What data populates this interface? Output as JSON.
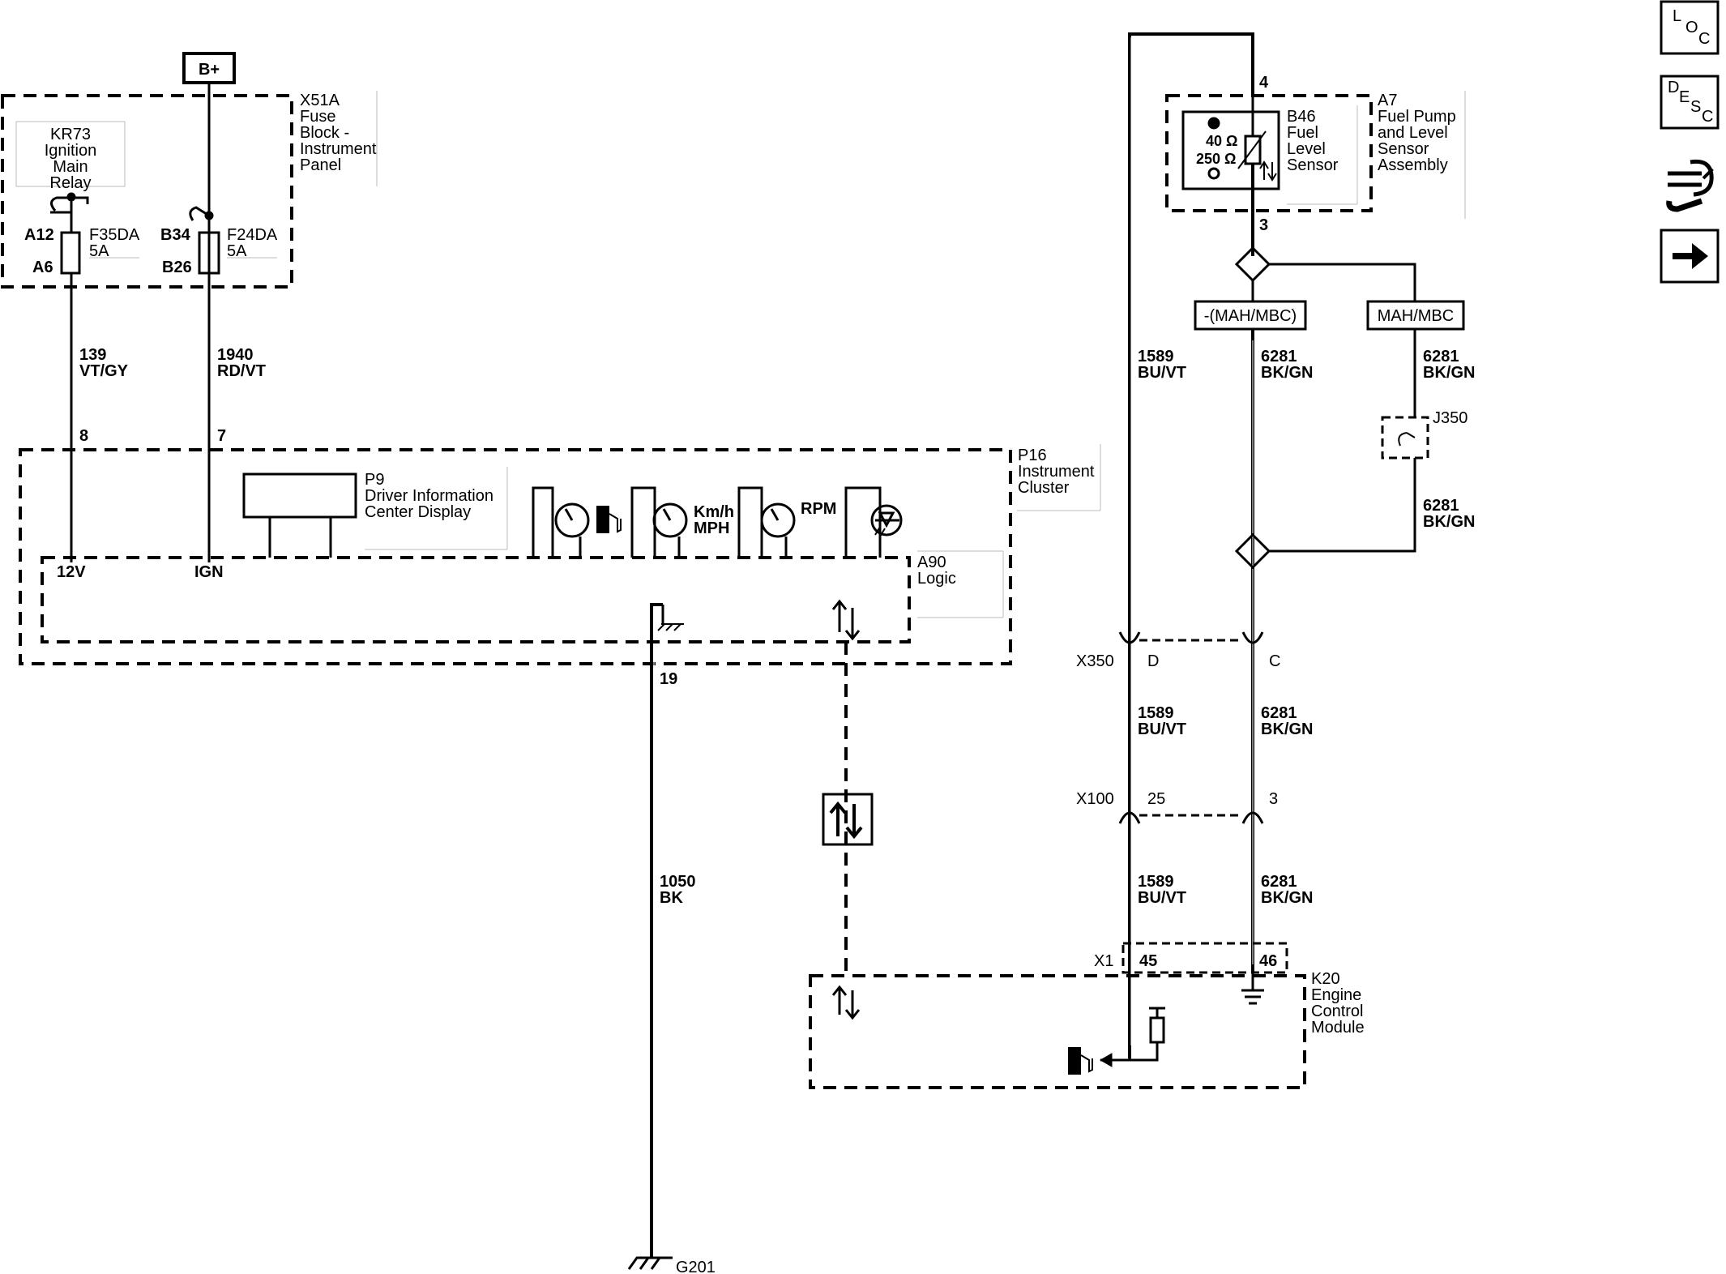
{
  "power": {
    "label": "B+"
  },
  "fuse_block": {
    "name": "X51A",
    "desc": [
      "Fuse",
      "Block -",
      "Instrument",
      "Panel"
    ],
    "relay": [
      "KR73",
      "Ignition",
      "Main",
      "Relay"
    ],
    "fuse1": {
      "pin_in": "A12",
      "pin_out": "A6",
      "name": "F35DA",
      "rating": "5A"
    },
    "fuse2": {
      "pin_in": "B34",
      "pin_out": "B26",
      "name": "F24DA",
      "rating": "5A"
    }
  },
  "wires": {
    "w139": {
      "circuit": "139",
      "color": "VT/GY"
    },
    "w1940": {
      "circuit": "1940",
      "color": "RD/VT"
    },
    "w1050": {
      "circuit": "1050",
      "color": "BK"
    },
    "w1589_top": {
      "circuit": "1589",
      "color": "BU/VT"
    },
    "w1589_mid": {
      "circuit": "1589",
      "color": "BU/VT"
    },
    "w1589_bot": {
      "circuit": "1589",
      "color": "BU/VT"
    },
    "w6281_a": {
      "circuit": "6281",
      "color": "BK/GN"
    },
    "w6281_b": {
      "circuit": "6281",
      "color": "BK/GN"
    },
    "w6281_c": {
      "circuit": "6281",
      "color": "BK/GN"
    },
    "w6281_d": {
      "circuit": "6281",
      "color": "BK/GN"
    },
    "w6281_e": {
      "circuit": "6281",
      "color": "BK/GN"
    }
  },
  "cluster": {
    "name": "P16",
    "desc": [
      "Instrument",
      "Cluster"
    ],
    "pin_12v_num": "8",
    "pin_ign_num": "7",
    "pin_12v": "12V",
    "pin_ign": "IGN",
    "pin_ground": "19",
    "display_name": "P9",
    "display_desc": [
      "Driver Information",
      "Center Display"
    ],
    "logic_name": "A90",
    "logic_desc": "Logic",
    "speed_units": [
      "Km/h",
      "MPH"
    ],
    "rpm": "RPM"
  },
  "fuel_pump": {
    "name": "A7",
    "desc": [
      "Fuel Pump",
      "and Level",
      "Sensor",
      "Assembly"
    ],
    "sensor_name": "B46",
    "sensor_desc": [
      "Fuel",
      "Level",
      "Sensor"
    ],
    "r_low": "40 Ω",
    "r_high": "250 Ω",
    "pin_top": "4",
    "pin_bottom": "3"
  },
  "options": {
    "left": "-(MAH/MBC)",
    "right": "MAH/MBC"
  },
  "jumper": "J350",
  "connectors": {
    "x350": {
      "name": "X350",
      "pin_a": "D",
      "pin_b": "C"
    },
    "x100": {
      "name": "X100",
      "pin_a": "25",
      "pin_b": "3"
    },
    "x1": {
      "name": "X1",
      "pin_a": "45",
      "pin_b": "46"
    }
  },
  "ecm": {
    "name": "K20",
    "desc": [
      "Engine",
      "Control",
      "Module"
    ]
  },
  "ground": "G201",
  "nav": {
    "loc": [
      "L",
      "O",
      "C"
    ],
    "desc": [
      "D",
      "E",
      "S",
      "C"
    ]
  }
}
